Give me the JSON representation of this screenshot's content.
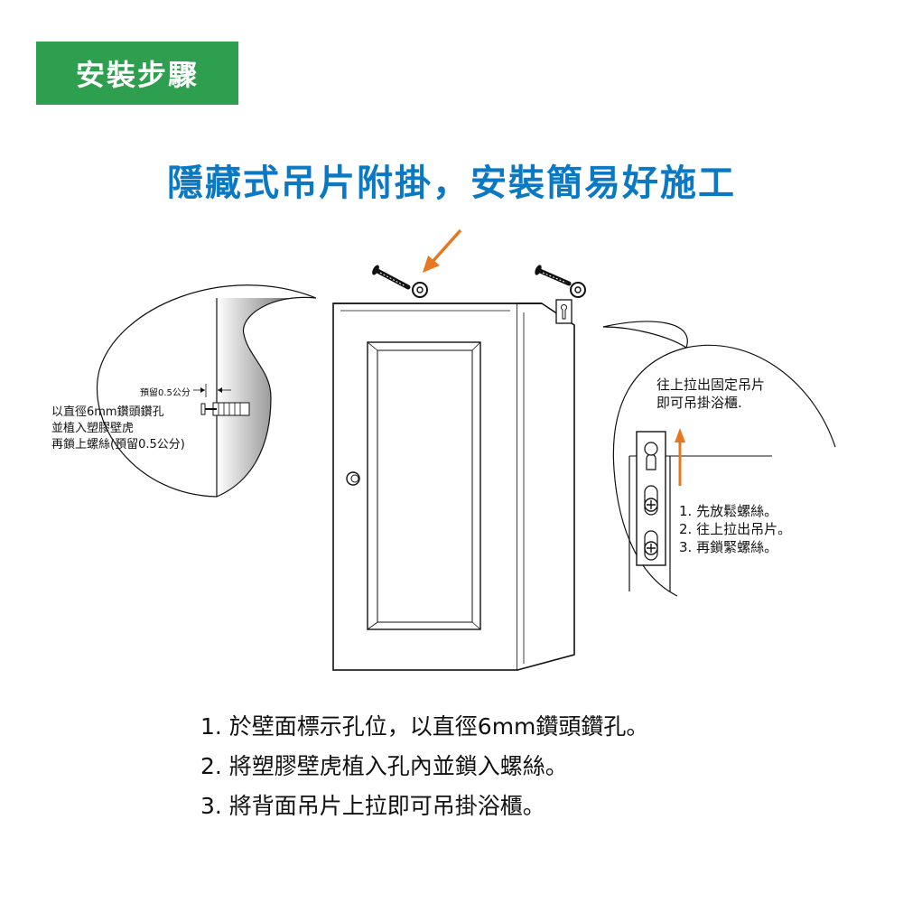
{
  "banner": {
    "title": "安裝步驟",
    "color": "#2e9e4f"
  },
  "headline": {
    "text": "隱藏式吊片附掛，安裝簡易好施工",
    "color": "#0a78c2"
  },
  "wall_detail": {
    "gap_label": "預留0.5公分",
    "lines": [
      "以直徑6mm鑽頭鑽孔",
      "並植入塑膠壁虎",
      "再鎖上螺絲(預留0.5公分)"
    ]
  },
  "bracket_detail": {
    "caption_lines": [
      "往上拉出固定吊片",
      "即可吊掛浴櫃."
    ],
    "substeps": [
      "1. 先放鬆螺絲。",
      "2. 往上拉出吊片。",
      "3. 再鎖緊螺絲。"
    ]
  },
  "steps": [
    "1. 於壁面標示孔位，以直徑6mm鑽頭鑽孔。",
    "2. 將塑膠壁虎植入孔內並鎖入螺絲。",
    "3. 將背面吊片上拉即可吊掛浴櫃。"
  ],
  "accent_colors": {
    "arrow": "#e87722"
  }
}
